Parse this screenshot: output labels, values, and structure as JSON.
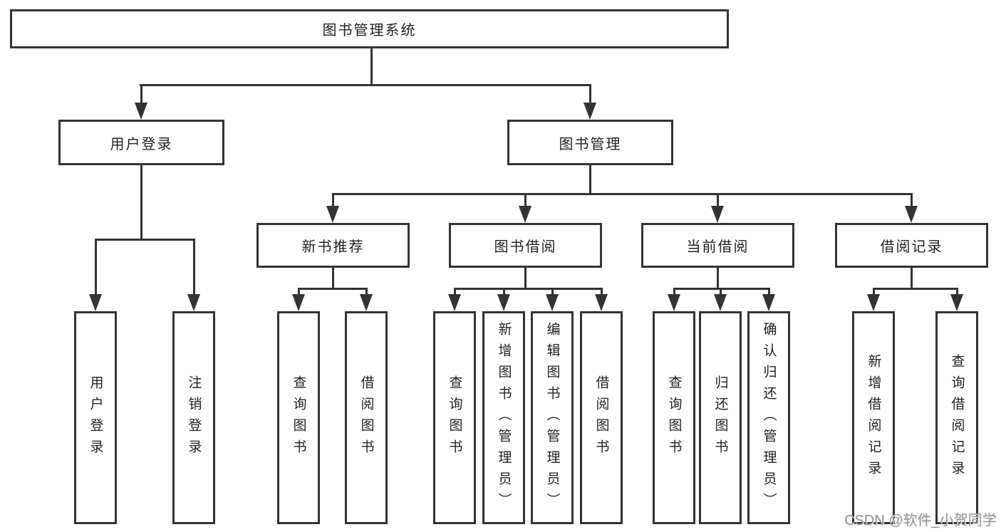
{
  "diagram": {
    "title": "图书管理系统",
    "level2": {
      "user_login": "用户登录",
      "book_management": "图书管理"
    },
    "level3": [
      "新书推荐",
      "图书借阅",
      "当前借阅",
      "借阅记录"
    ],
    "leaves": [
      "用户登录",
      "注销登录",
      "查询图书",
      "借阅图书",
      "查询图书",
      "新增图书（管理员）",
      "编辑图书（管理员）",
      "借阅图书",
      "查询图书",
      "归还图书",
      "确认归还（管理员）",
      "新增借阅记录",
      "查询借阅记录"
    ],
    "watermark": "CSDN @软件_小贺同学",
    "colors": {
      "line": "#333333",
      "text": "#222222",
      "background": "#ffffff",
      "watermark": "#969696"
    }
  }
}
